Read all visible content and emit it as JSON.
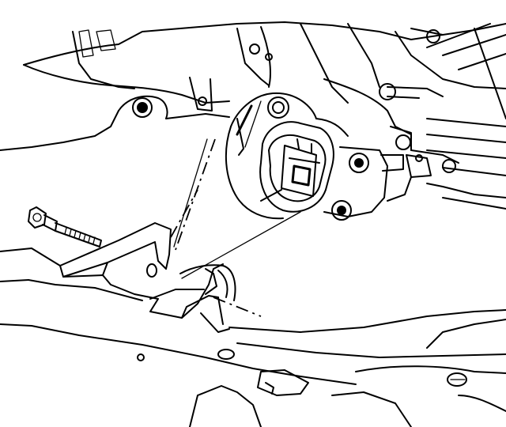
{
  "figure": {
    "colors": {
      "ink": "#000000",
      "paper": "#ffffff"
    },
    "parts": [
      {
        "id": "engine-mount",
        "icon": "engine-mount-icon"
      },
      {
        "id": "mount-bolt",
        "icon": "bolt-icon"
      },
      {
        "id": "frame-bracket",
        "icon": "bracket-icon"
      },
      {
        "id": "subframe",
        "icon": "subframe-icon"
      },
      {
        "id": "transaxle-housing",
        "icon": "transaxle-icon"
      }
    ]
  }
}
